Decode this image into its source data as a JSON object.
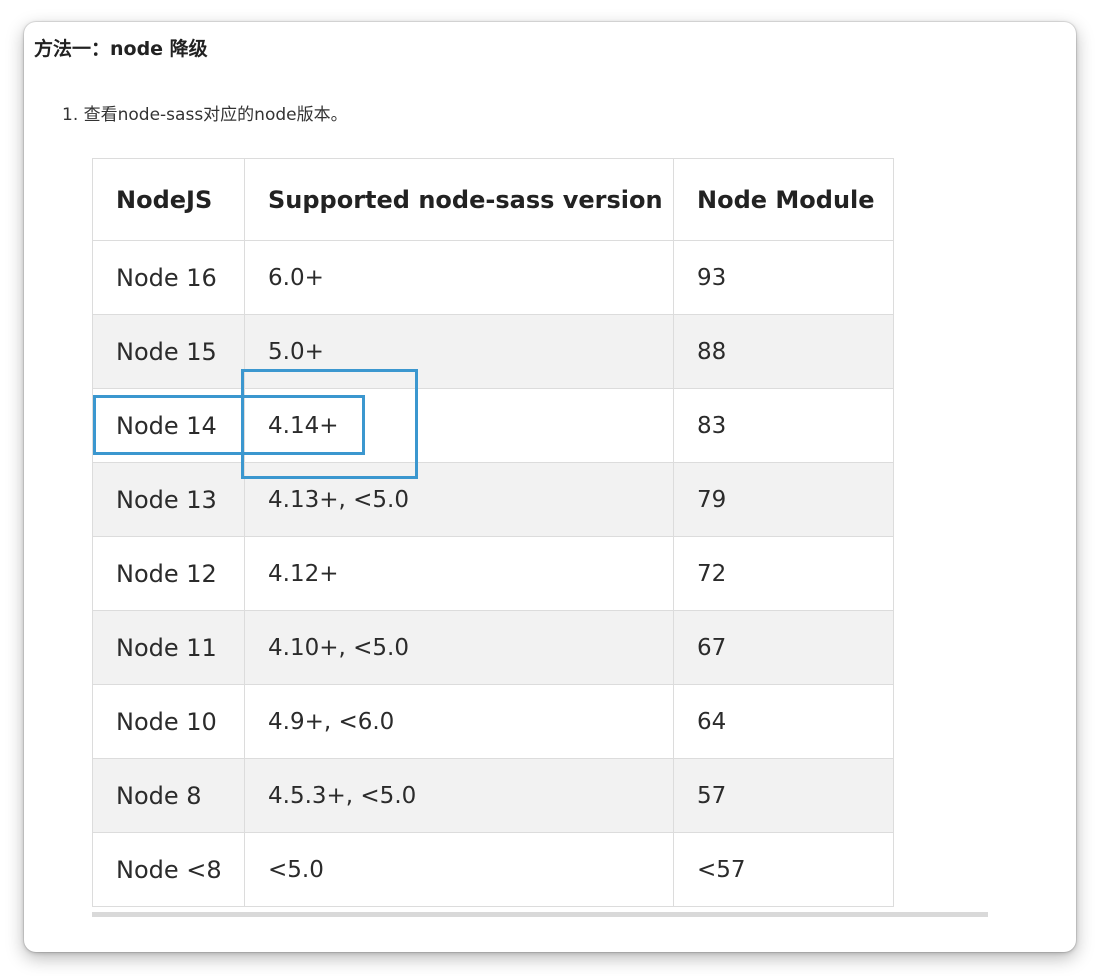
{
  "heading": "方法一：node 降级",
  "step": "1. 查看node-sass对应的node版本。",
  "table": {
    "headers": [
      "NodeJS",
      "Supported node-sass version",
      "Node Module"
    ],
    "rows": [
      [
        "Node 16",
        "6.0+",
        "93"
      ],
      [
        "Node 15",
        "5.0+",
        "88"
      ],
      [
        "Node 14",
        "4.14+",
        "83"
      ],
      [
        "Node 13",
        "4.13+, <5.0",
        "79"
      ],
      [
        "Node 12",
        "4.12+",
        "72"
      ],
      [
        "Node 11",
        "4.10+, <5.0",
        "67"
      ],
      [
        "Node 10",
        "4.9+, <6.0",
        "64"
      ],
      [
        "Node 8",
        "4.5.3+, <5.0",
        "57"
      ],
      [
        "Node <8",
        "<5.0",
        "<57"
      ]
    ]
  },
  "highlight_color": "#3b97cf",
  "stripe_color": "#f2f2f2"
}
